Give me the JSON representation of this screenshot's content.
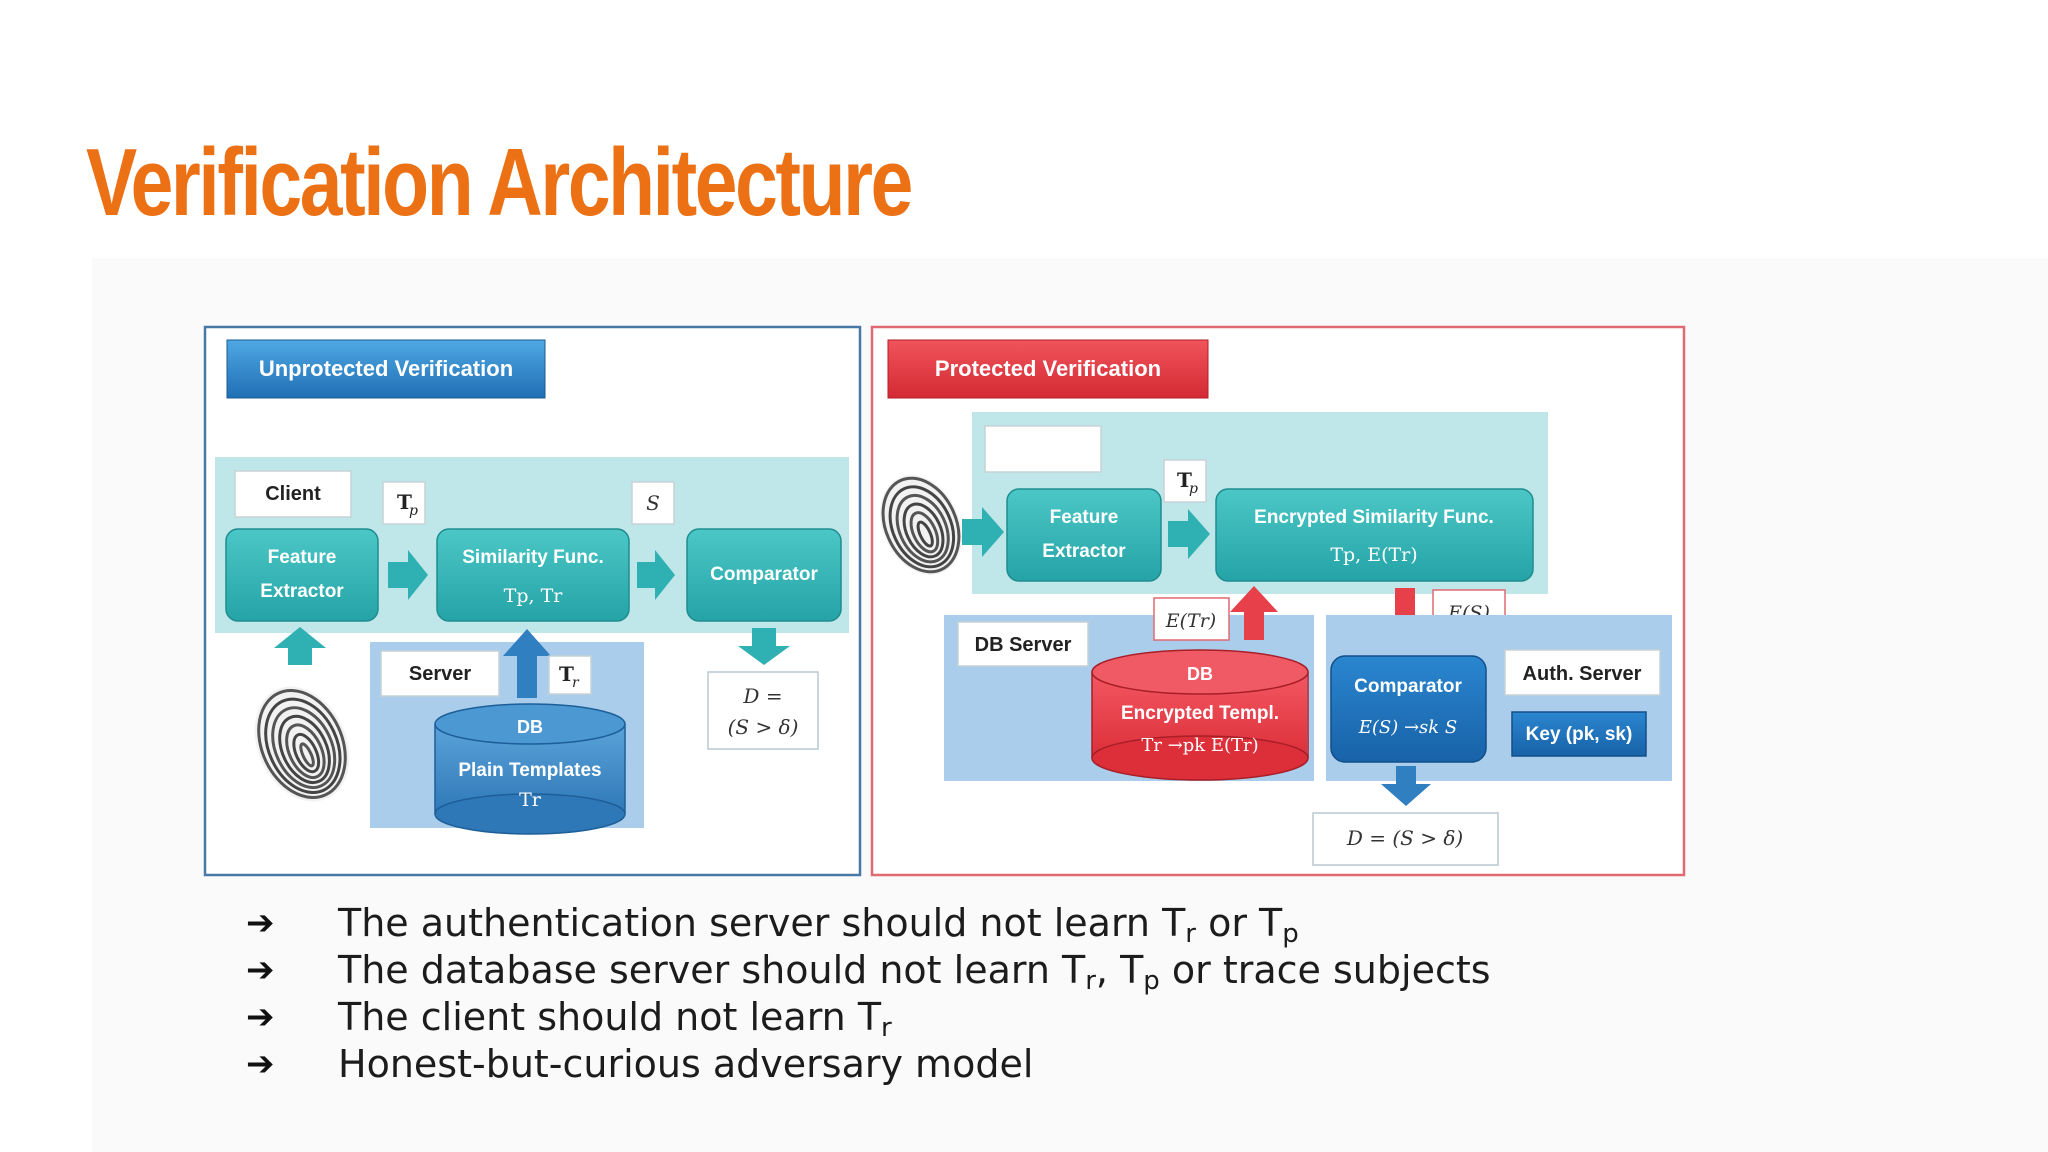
{
  "slide": {
    "title": "Verification Architecture"
  },
  "unprotected": {
    "heading": "Unprotected Verification",
    "client_label": "Client",
    "tp_label": "T",
    "tp_sub": "p",
    "s_label": "S",
    "feature_line1": "Feature",
    "feature_line2": "Extractor",
    "similarity_line1": "Similarity Func.",
    "similarity_line2": "Tp, Tr",
    "comparator": "Comparator",
    "server_label": "Server",
    "tr_label": "T",
    "tr_sub": "r",
    "db_line1": "DB",
    "db_line2": "Plain Templates",
    "db_line3": "Tr",
    "decision_line1": "D =",
    "decision_line2": "(S > δ)"
  },
  "protected": {
    "heading": "Protected Verification",
    "tp_label": "T",
    "tp_sub": "p",
    "feature_line1": "Feature",
    "feature_line2": "Extractor",
    "enc_sim_line1": "Encrypted Similarity Func.",
    "enc_sim_line2": "Tp, E(Tr)",
    "etr_label": "E(Tr)",
    "es_label": "E(S)",
    "db_server_label": "DB Server",
    "db_line1": "DB",
    "db_line2": "Encrypted Templ.",
    "db_line3": "Tr →pk E(Tr)",
    "comparator_line1": "Comparator",
    "comparator_line2": "E(S) →sk S",
    "auth_server_label": "Auth. Server",
    "key_label": "Key (pk, sk)",
    "decision": "D = (S > δ)"
  },
  "bullets": [
    {
      "arrow": "➔",
      "text": "The authentication server should not learn T",
      "sub1": "r",
      "mid": " or T",
      "sub2": "p",
      "end": ""
    },
    {
      "arrow": "➔",
      "text": "The database server should not learn T",
      "sub1": "r",
      "mid": ", T",
      "sub2": "p",
      "end": " or trace subjects"
    },
    {
      "arrow": "➔",
      "text": "The client should not learn T",
      "sub1": "r",
      "mid": "",
      "sub2": "",
      "end": ""
    },
    {
      "arrow": "➔",
      "text": "Honest-but-curious adversary model",
      "sub1": "",
      "mid": "",
      "sub2": "",
      "end": ""
    }
  ],
  "colors": {
    "title": "#ec7014",
    "teal": "#33b5b5",
    "blue": "#3b82c4",
    "red": "#e8404a",
    "frame_blue": "#4a78a6",
    "frame_red": "#e06a72"
  },
  "icons": [
    "fingerprint-icon",
    "arrow-right-icon",
    "arrow-up-icon",
    "arrow-down-icon"
  ]
}
